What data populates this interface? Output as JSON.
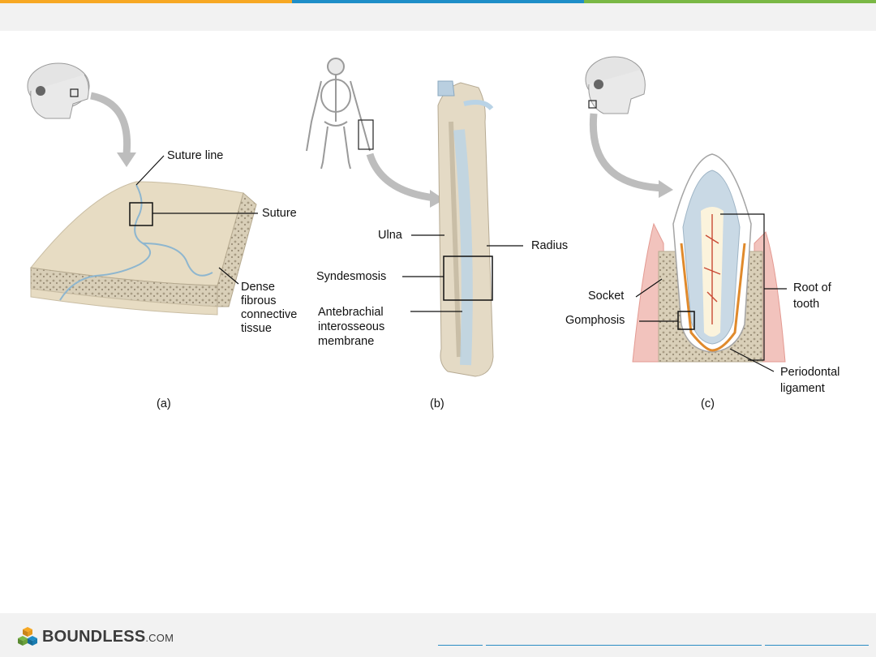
{
  "colors": {
    "bar1": "#f7a823",
    "bar2": "#1f8ec8",
    "bar3": "#7ab845",
    "footer_bg": "#f2f2f2",
    "link": "#2b8cc4"
  },
  "brand": {
    "name": "BOUNDLESS",
    "suffix": ".COM",
    "icon": "cube-stack-icon"
  },
  "panel_a": {
    "caption": "(a)",
    "suture_line": "Suture line",
    "suture": "Suture",
    "tissue": [
      "Dense",
      "fibrous",
      "connective",
      "tissue"
    ]
  },
  "panel_b": {
    "caption": "(b)",
    "ulna": "Ulna",
    "radius": "Radius",
    "syndesmosis": "Syndesmosis",
    "membrane": [
      "Antebrachial",
      "interosseous",
      "membrane"
    ]
  },
  "panel_c": {
    "caption": "(c)",
    "socket": "Socket",
    "gomphosis": "Gomphosis",
    "root": [
      "Root of",
      "tooth"
    ],
    "ligament": [
      "Periodontal",
      "ligament"
    ]
  }
}
